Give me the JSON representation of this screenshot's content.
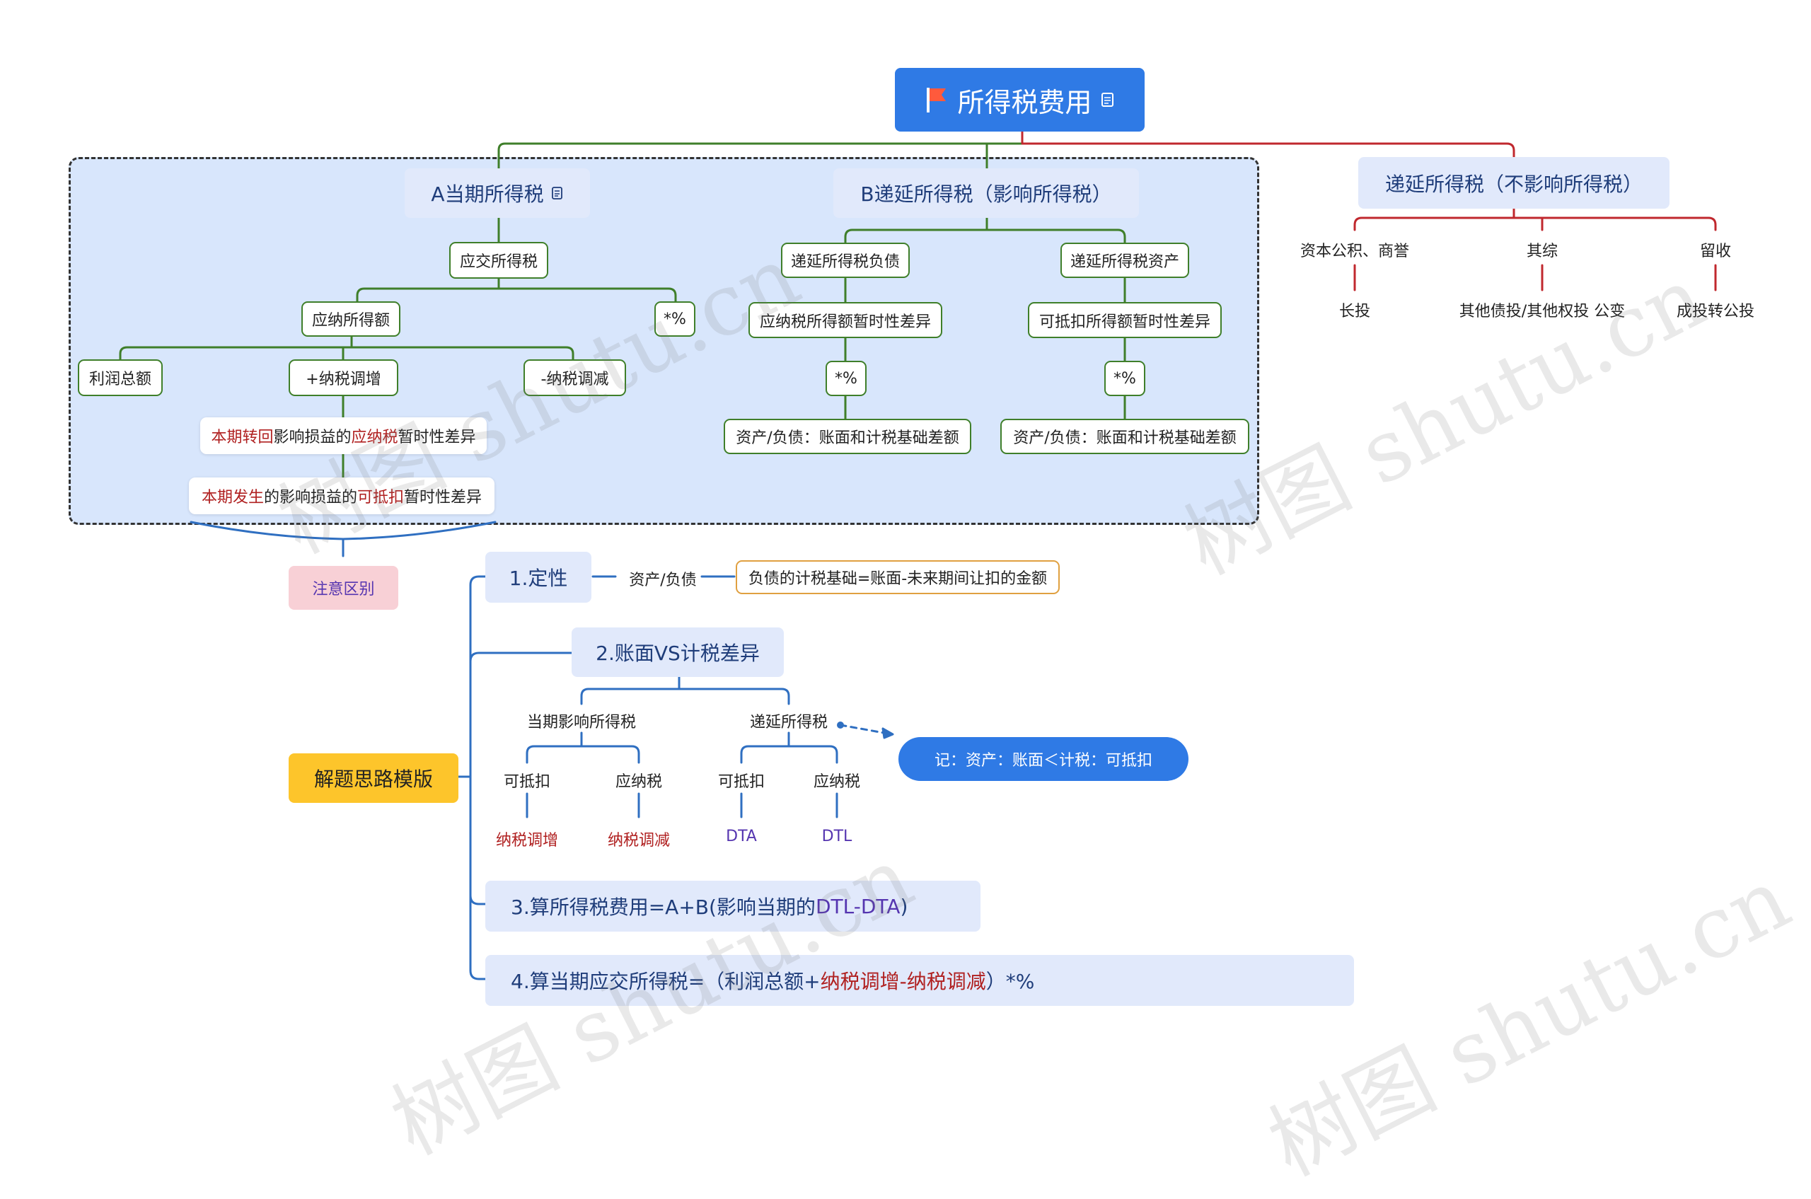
{
  "root": {
    "title": "所得税费用",
    "icon": "flag-icon",
    "note_icon": "note-icon"
  },
  "a": {
    "title": "A当期所得税",
    "payable": "应交所得税",
    "taxable_income": "应纳所得额",
    "rate": "*%",
    "profit": "利润总额",
    "adjust_up": "+纳税调增",
    "adjust_down": "-纳税调减",
    "note1": {
      "p1": "本期转回",
      "p2": "影响损益的",
      "p3": "应纳税",
      "p4": "暂时性差异"
    },
    "note2": {
      "p1": "本期发生",
      "p2": "的影响损益的",
      "p3": "可抵扣",
      "p4": "暂时性差异"
    }
  },
  "b": {
    "title": "B递延所得税（影响所得税）",
    "liability": "递延所得税负债",
    "asset": "递延所得税资产",
    "taxable_diff": "应纳税所得额暂时性差异",
    "deductible_diff": "可抵扣所得额暂时性差异",
    "rate_l": "*%",
    "rate_r": "*%",
    "diff_l": "资产/负债：账面和计税基础差额",
    "diff_r": "资产/负债：账面和计税基础差额"
  },
  "deferred": {
    "title": "递延所得税（不影响所得税）",
    "items": [
      {
        "label": "资本公积、商誉",
        "sub": "长投"
      },
      {
        "label": "其综",
        "sub": "其他债投/其他权投 公变"
      },
      {
        "label": "留收",
        "sub": "成投转公投"
      }
    ]
  },
  "attention": "注意区别",
  "template": {
    "title": "解题思路模版",
    "step1": "1.定性",
    "step1_mid": "资产/负债",
    "step1_note": "负债的计税基础=账面-未来期间让扣的金额",
    "step2": "2.账面VS计税差异",
    "current": "当期影响所得税",
    "deferred": "递延所得税",
    "cur_children": [
      {
        "label": "可抵扣",
        "sub": "纳税调增"
      },
      {
        "label": "应纳税",
        "sub": "纳税调减"
      }
    ],
    "def_children": [
      {
        "label": "可抵扣",
        "sub": "DTA"
      },
      {
        "label": "应纳税",
        "sub": "DTL"
      }
    ],
    "remember": "记：资产：账面＜计税：可抵扣",
    "step3": {
      "p1": "3.算所得税费用=A+B(影响当期的",
      "p2": "DTL-DTA",
      "p3": ")"
    },
    "step4": {
      "p1": "4.算当期应交所得税=（利润总额+",
      "p2": "纳税调增-纳税调减",
      "p3": "）*%"
    }
  },
  "watermark": "树图 shutu.cn",
  "colors": {
    "root_blue": "#2f7ae5",
    "green_line": "#3f7f2a",
    "red_line": "#c0282e",
    "blue_line": "#2f6fc1",
    "dashed_region": "#d6e4fb",
    "attention_pink": "#f8d0d6",
    "template_yellow": "#fdc52b",
    "remember_blue": "#2f7ae5"
  }
}
